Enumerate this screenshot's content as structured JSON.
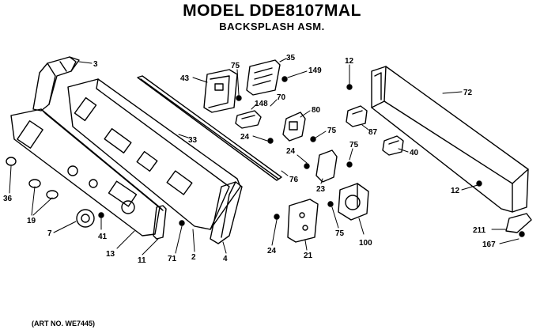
{
  "title": "MODEL DDE8107MAL",
  "subtitle": "BACKSPLASH ASM.",
  "art_number": "(ART NO. WE7445)",
  "callouts": [
    {
      "id": "c3",
      "text": "3"
    },
    {
      "id": "c43",
      "text": "43"
    },
    {
      "id": "c75a",
      "text": "75"
    },
    {
      "id": "c35",
      "text": "35"
    },
    {
      "id": "c149",
      "text": "149"
    },
    {
      "id": "c12a",
      "text": "12"
    },
    {
      "id": "c72",
      "text": "72"
    },
    {
      "id": "c148",
      "text": "148"
    },
    {
      "id": "c70",
      "text": "70"
    },
    {
      "id": "c80",
      "text": "80"
    },
    {
      "id": "c87",
      "text": "87"
    },
    {
      "id": "c33",
      "text": "33"
    },
    {
      "id": "c24a",
      "text": "24"
    },
    {
      "id": "c75b",
      "text": "75"
    },
    {
      "id": "c24b",
      "text": "24"
    },
    {
      "id": "c75c",
      "text": "75"
    },
    {
      "id": "c40",
      "text": "40"
    },
    {
      "id": "c76",
      "text": "76"
    },
    {
      "id": "c23",
      "text": "23"
    },
    {
      "id": "c12b",
      "text": "12"
    },
    {
      "id": "c36",
      "text": "36"
    },
    {
      "id": "c19",
      "text": "19"
    },
    {
      "id": "c7",
      "text": "7"
    },
    {
      "id": "c41",
      "text": "41"
    },
    {
      "id": "c13",
      "text": "13"
    },
    {
      "id": "c11",
      "text": "11"
    },
    {
      "id": "c71",
      "text": "71"
    },
    {
      "id": "c2",
      "text": "2"
    },
    {
      "id": "c4",
      "text": "4"
    },
    {
      "id": "c24c",
      "text": "24"
    },
    {
      "id": "c21",
      "text": "21"
    },
    {
      "id": "c75d",
      "text": "75"
    },
    {
      "id": "c100",
      "text": "100"
    },
    {
      "id": "c211",
      "text": "211"
    },
    {
      "id": "c167",
      "text": "167"
    }
  ]
}
